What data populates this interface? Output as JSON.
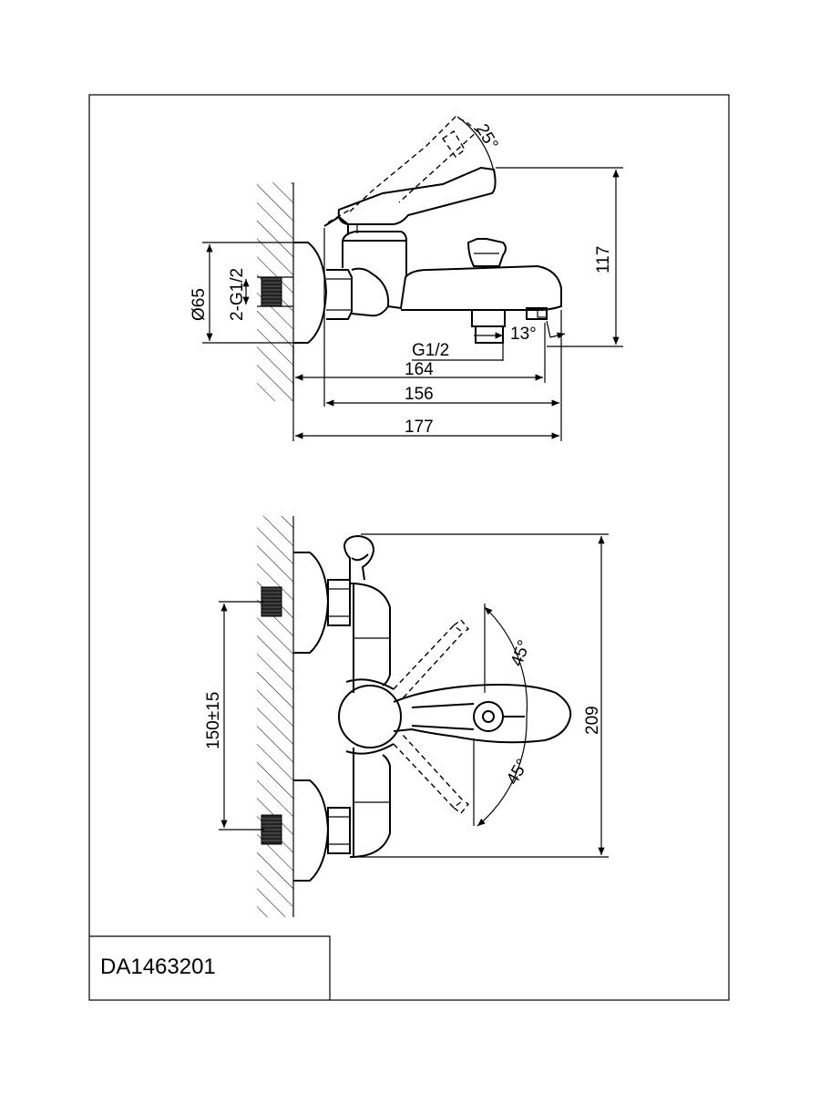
{
  "model_number": "DA1463201",
  "side_view": {
    "handle_angle": "25°",
    "height": "117",
    "flange_diameter": "Ø65",
    "inlet_thread": "2-G1/2",
    "spout_angle": "13°",
    "outlet_thread": "G1/2",
    "dim_164": "164",
    "dim_156": "156",
    "dim_177": "177"
  },
  "top_view": {
    "inlet_spacing": "150±15",
    "total_height": "209",
    "rotation_up": "45°",
    "rotation_down": "45°"
  }
}
